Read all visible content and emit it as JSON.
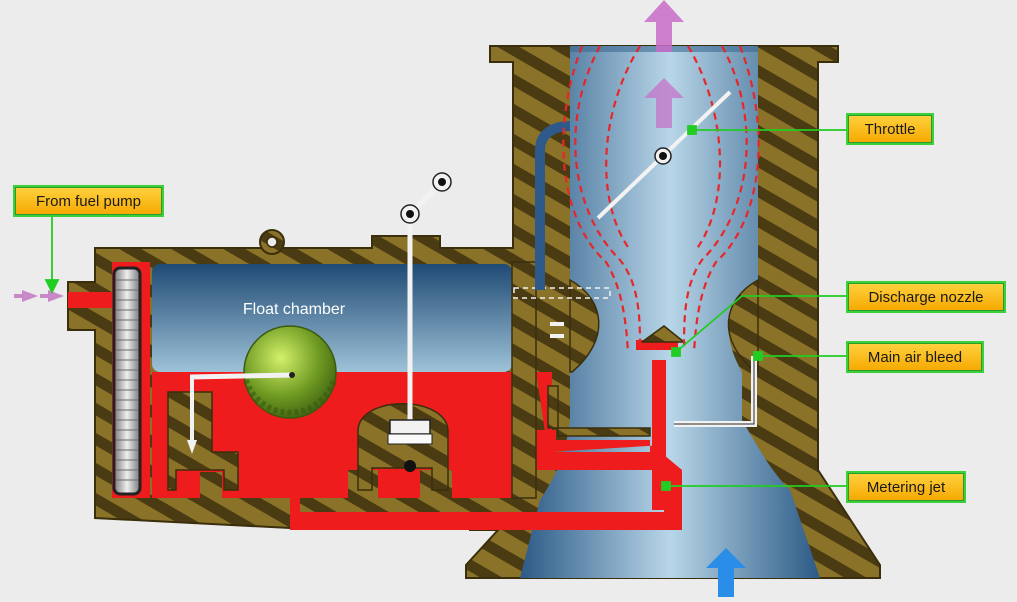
{
  "labels": {
    "from_fuel_pump": "From fuel pump",
    "float_chamber": "Float chamber",
    "throttle": "Throttle",
    "discharge_nozzle": "Discharge nozzle",
    "main_air_bleed": "Main air bleed",
    "metering_jet": "Metering jet"
  },
  "colors": {
    "body": "#6b5a22",
    "fuel": "#ee1c1c",
    "callout_fill": "#ffc51a",
    "callout_border": "#3ad13a",
    "leader": "#22cc22",
    "air_arrow": "#c070c0",
    "inlet_arrow": "#2a8ee8"
  },
  "icons": [
    "air-flow-up-arrow",
    "fuel-inflow-arrow",
    "intake-air-arrow"
  ]
}
